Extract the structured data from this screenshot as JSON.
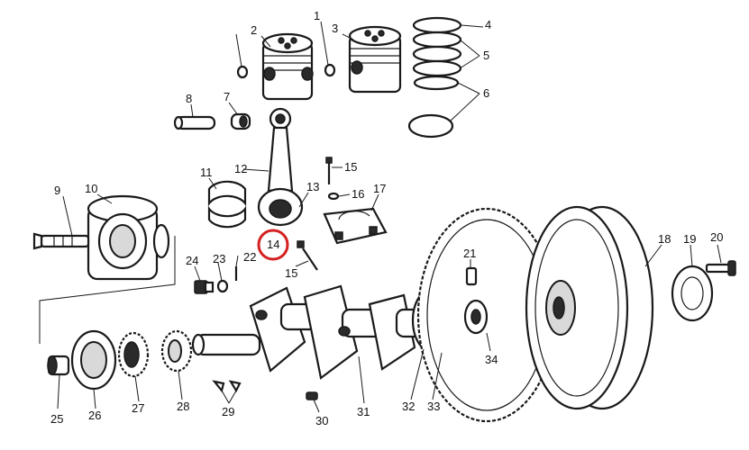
{
  "labels": [
    {
      "id": "1",
      "text": "1"
    },
    {
      "id": "2",
      "text": "2"
    },
    {
      "id": "3",
      "text": "3"
    },
    {
      "id": "4",
      "text": "4"
    },
    {
      "id": "5",
      "text": "5"
    },
    {
      "id": "6",
      "text": "6"
    },
    {
      "id": "7",
      "text": "7"
    },
    {
      "id": "8",
      "text": "8"
    },
    {
      "id": "9",
      "text": "9"
    },
    {
      "id": "10",
      "text": "10"
    },
    {
      "id": "11",
      "text": "11"
    },
    {
      "id": "12",
      "text": "12"
    },
    {
      "id": "13",
      "text": "13"
    },
    {
      "id": "14",
      "text": "14"
    },
    {
      "id": "15a",
      "text": "15"
    },
    {
      "id": "15b",
      "text": "15"
    },
    {
      "id": "16",
      "text": "16"
    },
    {
      "id": "17",
      "text": "17"
    },
    {
      "id": "18",
      "text": "18"
    },
    {
      "id": "19",
      "text": "19"
    },
    {
      "id": "20",
      "text": "20"
    },
    {
      "id": "21",
      "text": "21"
    },
    {
      "id": "22",
      "text": "22"
    },
    {
      "id": "23",
      "text": "23"
    },
    {
      "id": "24",
      "text": "24"
    },
    {
      "id": "25",
      "text": "25"
    },
    {
      "id": "26",
      "text": "26"
    },
    {
      "id": "27",
      "text": "27"
    },
    {
      "id": "28",
      "text": "28"
    },
    {
      "id": "29",
      "text": "29"
    },
    {
      "id": "30",
      "text": "30"
    },
    {
      "id": "31",
      "text": "31"
    },
    {
      "id": "32",
      "text": "32"
    },
    {
      "id": "33",
      "text": "33"
    },
    {
      "id": "34",
      "text": "34"
    }
  ],
  "highlight": {
    "label_id": "14",
    "color": "#d42020"
  },
  "colors": {
    "ink": "#1a1a1a",
    "background": "#ffffff"
  }
}
